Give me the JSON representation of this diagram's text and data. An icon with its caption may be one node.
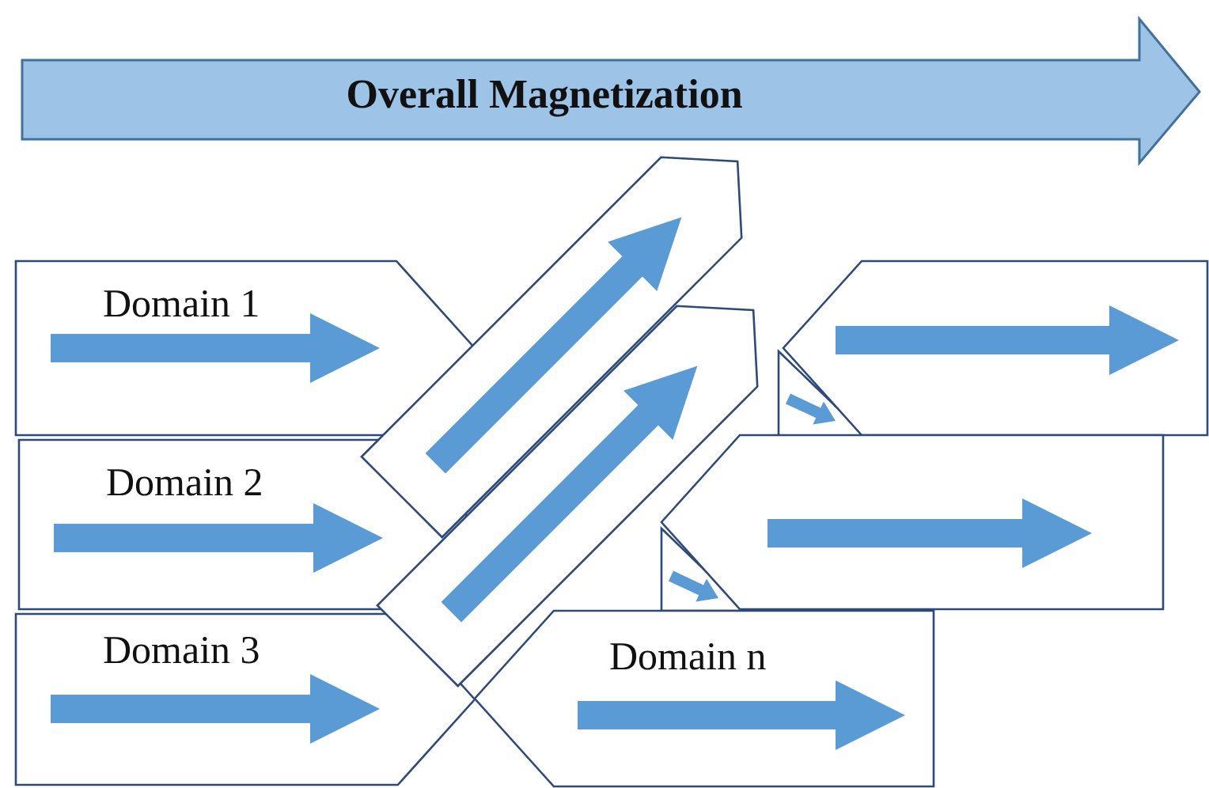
{
  "diagram": {
    "nodes": [
      {
        "text": [
          "Overall Magnetization"
        ]
      },
      {
        "text": [
          "Domain 1"
        ]
      },
      {
        "text": [
          "Domain 2"
        ]
      },
      {
        "text": [
          "Domain 3"
        ]
      },
      {
        "text": [],
        "shape": "box"
      },
      {
        "text": [],
        "shape": "box"
      },
      {
        "text": [],
        "shape": "box"
      },
      {
        "text": [],
        "shape": "box"
      },
      {
        "text": [
          "Domain n"
        ]
      }
    ]
  }
}
